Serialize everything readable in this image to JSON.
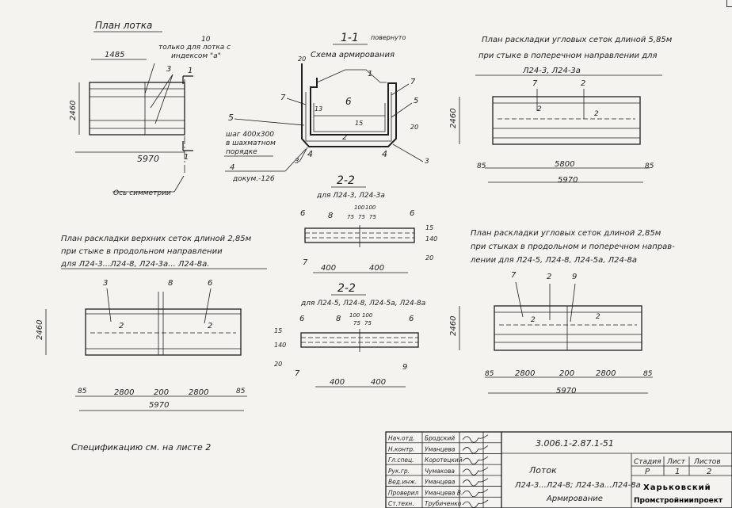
{
  "plan_trough": {
    "title": "План лотка",
    "dim_top": "1485",
    "dim_leader_num": "10",
    "note_line1": "только для лотка с",
    "note_line2": "индексом \"а\"",
    "mark_1a": "1",
    "mark_1b": "1",
    "mark_3": "3",
    "dim_left": "2460",
    "dim_bottom": "5970",
    "axis_label": "Ось симметрии"
  },
  "section_1_1": {
    "title": "1-1",
    "title_note": "повернуто",
    "subtitle": "Схема армирования",
    "pos": [
      "1",
      "7",
      "7",
      "6",
      "5",
      "5",
      "13",
      "15",
      "2",
      "4",
      "4",
      "3",
      "3"
    ],
    "dim_20a": "20",
    "dim_20b": "20",
    "note_5": "5",
    "note_step": "шаг 400х300",
    "note_step2": "в шахматном",
    "note_step3": "порядке",
    "note_4": "4",
    "note_doc": "докум.-126"
  },
  "section_2_2a": {
    "title": "2-2",
    "subtitle": "для Л24-3, Л24-3а",
    "labels": [
      "6",
      "8",
      "6",
      "7"
    ],
    "dims_top": [
      "100",
      "100",
      "75",
      "75",
      "75"
    ],
    "dims_right": [
      "15",
      "140",
      "20"
    ],
    "dims_bottom": [
      "400",
      "400"
    ]
  },
  "section_2_2b": {
    "title": "2-2",
    "subtitle": "для Л24-5, Л24-8, Л24-5а, Л24-8а",
    "labels": [
      "6",
      "8",
      "6",
      "7",
      "9"
    ],
    "dims_top": [
      "100",
      "100",
      "75",
      "75"
    ],
    "dims_left": [
      "15",
      "140",
      "20"
    ],
    "dims_bottom": [
      "400",
      "400"
    ]
  },
  "plan_corner_585": {
    "title1": "План раскладки угловых сеток длиной 5,85м",
    "title2": "при стыке в поперечном направлении для",
    "title3": "Л24-3, Л24-3а",
    "labels": [
      "7",
      "2",
      "2",
      "2"
    ],
    "dim_left": "2460",
    "dim_85a": "85",
    "dim_85b": "85",
    "dim_mid": "5800",
    "dim_total": "5970"
  },
  "plan_top_285": {
    "title1": "План раскладки верхних сеток длиной 2,85м",
    "title2": "при стыке в продольном направлении",
    "title3": "для Л24-3...Л24-8, Л24-3а... Л24-8а.",
    "labels": [
      "3",
      "8",
      "6",
      "2",
      "2"
    ],
    "dim_left": "2460",
    "dims": [
      "85",
      "2800",
      "200",
      "2800",
      "85"
    ],
    "dim_total": "5970"
  },
  "plan_corner_285": {
    "title1": "План раскладки угловых сеток длиной 2,85м",
    "title2": "при стыках в продольном и поперечном направ-",
    "title3": "лении для Л24-5, Л24-8, Л24-5а, Л24-8а",
    "labels": [
      "7",
      "2",
      "9",
      "2",
      "2"
    ],
    "dim_left": "2460",
    "dims": [
      "85",
      "2800",
      "200",
      "2800",
      "85"
    ],
    "dim_total": "5970"
  },
  "spec_note": "Спецификацию см. на листе 2",
  "title_block": {
    "rows": [
      {
        "role": "Нач.отд.",
        "name": "Бродский"
      },
      {
        "role": "Н.контр.",
        "name": "Уманцева"
      },
      {
        "role": "Гл.спец.",
        "name": "Коротецкий"
      },
      {
        "role": "Рук.гр.",
        "name": "Чумакова"
      },
      {
        "role": "Вед.инж.",
        "name": "Уманцева"
      },
      {
        "role": "Проверил",
        "name": "Уманцева В."
      },
      {
        "role": "Ст.техн.",
        "name": "Трубиченко"
      }
    ],
    "doc_number": "3.006.1-2.87.1-51",
    "product": "Лоток",
    "product_line2": "Л24-3...Л24-8; Л24-3а...Л24-8а",
    "product_line3": "Армирование",
    "stage_hdr": "Стадия",
    "sheet_hdr": "Лист",
    "sheets_hdr": "Листов",
    "stage": "Р",
    "sheet": "1",
    "sheets": "2",
    "org1": "Харьковский",
    "org2": "Промстройниипроект"
  }
}
